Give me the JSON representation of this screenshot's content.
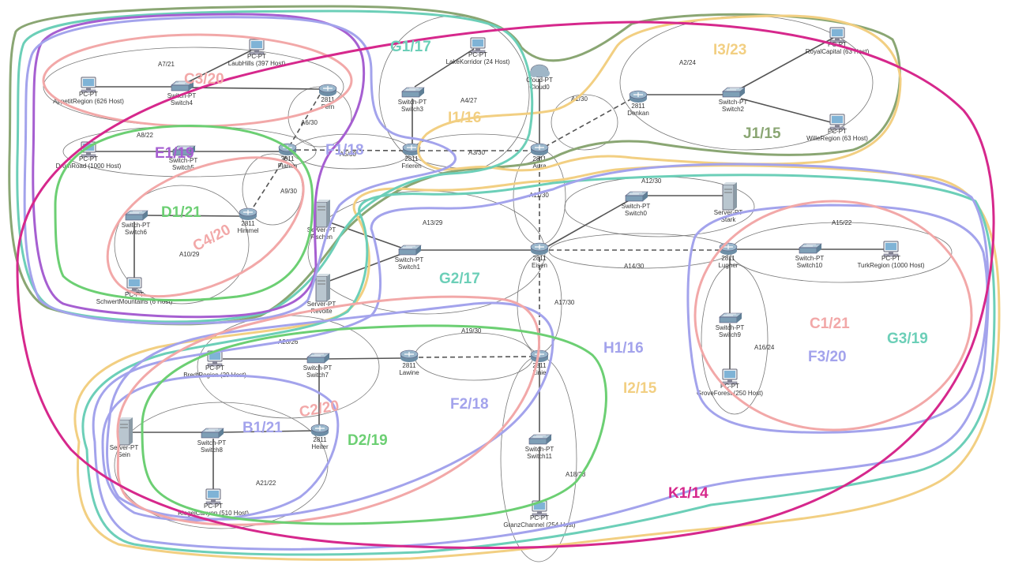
{
  "colors": {
    "magenta": "#d6288c",
    "olive": "#8aa673",
    "teal": "#6ccfb8",
    "purple": "#a65fd1",
    "lavender": "#a3a3ec",
    "salmon": "#f2a8a8",
    "green": "#6ccf73",
    "gold": "#f2cf82",
    "link": "#555555"
  },
  "devices": {
    "cloud0": {
      "type": "Cloud-PT",
      "name": "Cloud0",
      "icon": "cloud-icon"
    },
    "laubhills": {
      "type": "PC-PT",
      "name": "LaubHills (397 Host)",
      "icon": "pc-icon"
    },
    "appetit": {
      "type": "PC-PT",
      "name": "AppetitRegion (626 Host)",
      "icon": "pc-icon"
    },
    "switch4": {
      "type": "Switch-PT",
      "name": "Switch4",
      "icon": "switch-icon"
    },
    "fern": {
      "type": "2811",
      "name": "Fern",
      "icon": "router-icon"
    },
    "lakekorridor": {
      "type": "PC-PT",
      "name": "LakeKorridor (24 Host)",
      "icon": "pc-icon"
    },
    "switch3": {
      "type": "Switch-PT",
      "name": "Switch3",
      "icon": "switch-icon"
    },
    "royalcapital": {
      "type": "PC-PT",
      "name": "RoyalCapital (63 Host)",
      "icon": "pc-icon"
    },
    "denkan": {
      "type": "2811",
      "name": "Denkan",
      "icon": "router-icon"
    },
    "switch2": {
      "type": "Switch-PT",
      "name": "Switch2",
      "icon": "switch-icon"
    },
    "willeregion": {
      "type": "PC-PT",
      "name": "WilleRegion (63 Host)",
      "icon": "pc-icon"
    },
    "drumroad": {
      "type": "PC-PT",
      "name": "DrumRoad (1000 Host)",
      "icon": "pc-icon"
    },
    "switch5": {
      "type": "Switch-PT",
      "name": "Switch5",
      "icon": "switch-icon"
    },
    "flamm": {
      "type": "2811",
      "name": "Flamm",
      "icon": "router-icon"
    },
    "frieren": {
      "type": "2811",
      "name": "Frieren",
      "icon": "router-icon"
    },
    "aura": {
      "type": "2811",
      "name": "Aura",
      "icon": "router-icon"
    },
    "switch0": {
      "type": "Switch-PT",
      "name": "Switch0",
      "icon": "switch-icon"
    },
    "stark": {
      "type": "Server-PT",
      "name": "Stark",
      "icon": "server-icon"
    },
    "switch6": {
      "type": "Switch-PT",
      "name": "Switch6",
      "icon": "switch-icon"
    },
    "himmel": {
      "type": "2811",
      "name": "Himmel",
      "icon": "router-icon"
    },
    "fischen": {
      "type": "Server-PT",
      "name": "Fischen",
      "icon": "server-icon"
    },
    "switch1": {
      "type": "Switch-PT",
      "name": "Switch1",
      "icon": "switch-icon"
    },
    "eisen": {
      "type": "2811",
      "name": "Eisen",
      "icon": "router-icon"
    },
    "lugner": {
      "type": "2811",
      "name": "Lugner",
      "icon": "router-icon"
    },
    "switch10": {
      "type": "Switch-PT",
      "name": "Switch10",
      "icon": "switch-icon"
    },
    "turkregion": {
      "type": "PC-PT",
      "name": "TurkRegion (1000 Host)",
      "icon": "pc-icon"
    },
    "schwert": {
      "type": "PC-PT",
      "name": "SchwertMountains (6 Host)",
      "icon": "pc-icon"
    },
    "revolte": {
      "type": "Server-PT",
      "name": "Revolte",
      "icon": "server-icon"
    },
    "switch9": {
      "type": "Switch-PT",
      "name": "Switch9",
      "icon": "switch-icon"
    },
    "groveforest": {
      "type": "PC-PT",
      "name": "GroveForest (250 Host)",
      "icon": "pc-icon"
    },
    "bredtregion": {
      "type": "PC-PT",
      "name": "BredtRegion (29 Host)",
      "icon": "pc-icon"
    },
    "switch7": {
      "type": "Switch-PT",
      "name": "Switch7",
      "icon": "switch-icon"
    },
    "lawine": {
      "type": "2811",
      "name": "Lawine",
      "icon": "router-icon"
    },
    "linie": {
      "type": "2811",
      "name": "Linie",
      "icon": "router-icon"
    },
    "sein": {
      "type": "Server-PT",
      "name": "Sein",
      "icon": "server-icon"
    },
    "switch8": {
      "type": "Switch-PT",
      "name": "Switch8",
      "icon": "switch-icon"
    },
    "heiter": {
      "type": "2811",
      "name": "Heiter",
      "icon": "router-icon"
    },
    "switch11": {
      "type": "Switch-PT",
      "name": "Switch11",
      "icon": "switch-icon"
    },
    "riegel": {
      "type": "PC-PT",
      "name": "RiegelCanyon (510 Host)",
      "icon": "pc-icon"
    },
    "granzchannel": {
      "type": "PC-PT",
      "name": "GranzChannel (254 Host)",
      "icon": "pc-icon"
    }
  },
  "subnets": {
    "a1": "A1/30",
    "a2": "A2/24",
    "a3": "A3/30",
    "a4": "A4/27",
    "a5": "A5/30",
    "a6": "A6/30",
    "a7": "A7/21",
    "a8": "A8/22",
    "a9": "A9/30",
    "a10": "A10/29",
    "a11": "A11/30",
    "a12": "A12/30",
    "a13": "A13/29",
    "a14": "A14/30",
    "a15": "A15/22",
    "a16": "A16/24",
    "a17": "A17/30",
    "a18": "A18/23",
    "a19": "A19/30",
    "a20": "A20/26",
    "a21": "A21/22"
  },
  "groups": {
    "k1": {
      "label": "K1/14",
      "color": "magenta"
    },
    "g1": {
      "label": "G1/17",
      "color": "teal"
    },
    "i1": {
      "label": "I1/16",
      "color": "gold"
    },
    "i3": {
      "label": "I3/23",
      "color": "gold"
    },
    "j1": {
      "label": "J1/15",
      "color": "olive"
    },
    "c3": {
      "label": "C3/20",
      "color": "salmon"
    },
    "e1": {
      "label": "E1/19",
      "color": "purple"
    },
    "f1": {
      "label": "F1/18",
      "color": "lavender"
    },
    "d1": {
      "label": "D1/21",
      "color": "green"
    },
    "c4": {
      "label": "C4/20",
      "color": "salmon"
    },
    "g2": {
      "label": "G2/17",
      "color": "teal"
    },
    "c1": {
      "label": "C1/21",
      "color": "salmon"
    },
    "g3": {
      "label": "G3/19",
      "color": "teal"
    },
    "f3": {
      "label": "F3/20",
      "color": "lavender"
    },
    "h1": {
      "label": "H1/16",
      "color": "lavender"
    },
    "i2": {
      "label": "I2/15",
      "color": "gold"
    },
    "f2": {
      "label": "F2/18",
      "color": "lavender"
    },
    "c2": {
      "label": "C2/20",
      "color": "salmon"
    },
    "b1": {
      "label": "B1/21",
      "color": "lavender"
    },
    "d2": {
      "label": "D2/19",
      "color": "green"
    }
  }
}
